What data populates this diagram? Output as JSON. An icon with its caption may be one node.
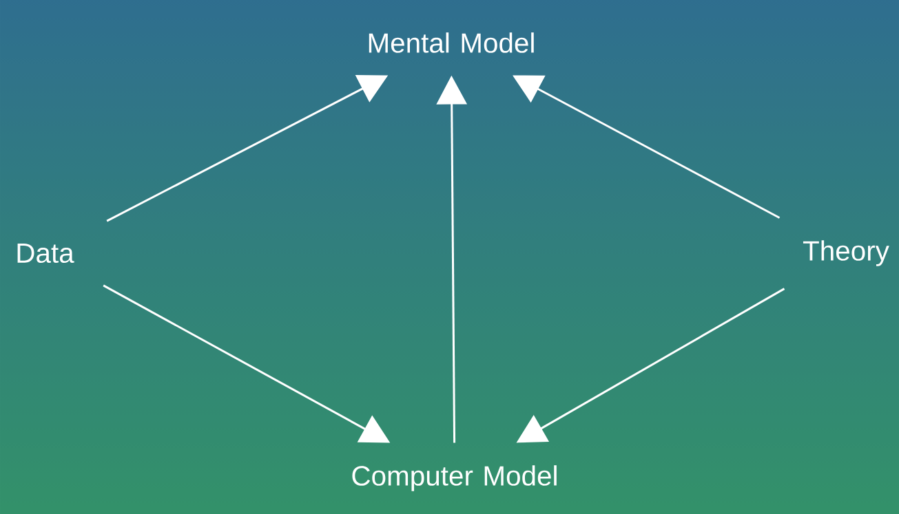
{
  "diagram": {
    "nodes": [
      {
        "text": [
          "Mental Model"
        ]
      },
      {
        "text": [
          "Data"
        ]
      },
      {
        "text": [
          "Theory"
        ]
      },
      {
        "text": [
          "Computer Model"
        ]
      }
    ],
    "edges": [
      {
        "from": 1,
        "to": 0,
        "arrow": "to"
      },
      {
        "from": 3,
        "to": 0,
        "arrow": "to"
      },
      {
        "from": 2,
        "to": 0,
        "arrow": "to"
      },
      {
        "from": 1,
        "to": 3,
        "arrow": "to"
      },
      {
        "from": 2,
        "to": 3,
        "arrow": "to"
      }
    ]
  }
}
